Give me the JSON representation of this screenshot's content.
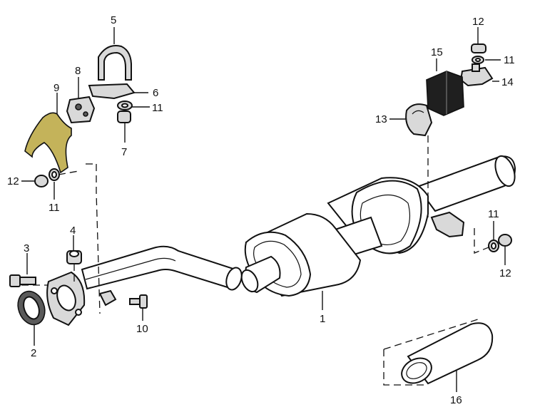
{
  "labels": {
    "p1": "1",
    "p2": "2",
    "p3": "3",
    "p4": "4",
    "p5": "5",
    "p6": "6",
    "p7": "7",
    "p8": "8",
    "p9": "9",
    "p10": "10",
    "p11a": "11",
    "p11b": "11",
    "p11c": "11",
    "p11d": "11",
    "p12a": "12",
    "p12b": "12",
    "p12c": "12",
    "p13": "13",
    "p14": "14",
    "p15": "15",
    "p16": "16"
  }
}
